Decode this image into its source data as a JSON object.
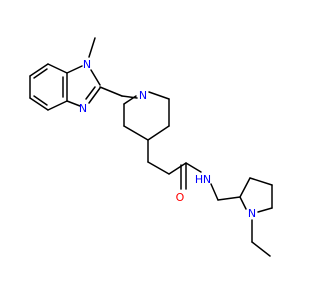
{
  "molecule": {
    "atoms": [
      {
        "id": "n_benz_methyl",
        "symbol": "N",
        "color": "#0000ff"
      },
      {
        "id": "n_benz_ring",
        "symbol": "N",
        "color": "#0000ff"
      },
      {
        "id": "n_piperidine",
        "symbol": "N",
        "color": "#0000ff"
      },
      {
        "id": "o_amide",
        "symbol": "O",
        "color": "#ff0000"
      },
      {
        "id": "n_amide",
        "symbol": "N",
        "color": "#0000ff"
      },
      {
        "id": "h_amide",
        "symbol": "H",
        "color": "#0000ff"
      },
      {
        "id": "n_pyrrolidine",
        "symbol": "N",
        "color": "#0000ff"
      }
    ],
    "bond_color": "#000000"
  }
}
